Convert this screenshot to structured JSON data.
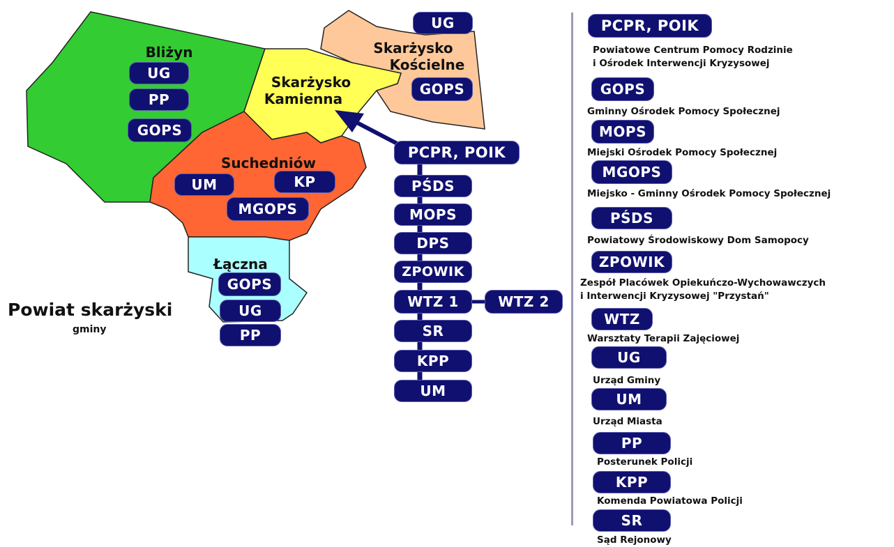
{
  "title": "Powiat skarżyski",
  "subtitle": "gminy",
  "regions": {
    "blizyn": {
      "name": "Bliżyn",
      "color": "#33cc33",
      "units": [
        "UG",
        "PP",
        "GOPS"
      ]
    },
    "skarzysko_koscielne": {
      "name_line1": "Skarżysko",
      "name_line2": "Kościelne",
      "color": "#ffc89a",
      "units": [
        "UG",
        "GOPS"
      ]
    },
    "skarzysko_kamienna": {
      "name_line1": "Skarżysko",
      "name_line2": "Kamienna",
      "color": "#ffff55"
    },
    "suchedniow": {
      "name": "Suchedniów",
      "color": "#ff6633",
      "units": [
        "UM",
        "KP",
        "MGOPS"
      ]
    },
    "laczna": {
      "name": "Łączna",
      "color": "#aaffff",
      "units": [
        "GOPS",
        "UG",
        "PP"
      ]
    }
  },
  "chain": {
    "head": "PCPR, POIK",
    "items": [
      "PŚDS",
      "MOPS",
      "DPS",
      "ZPOWIK",
      "WTZ 1",
      "SR",
      "KPP",
      "UM"
    ],
    "branch": "WTZ 2"
  },
  "legend": [
    {
      "abbr": "PCPR, POIK",
      "line1": "Powiatowe Centrum Pomocy Rodzinie",
      "line2": "i Ośrodek Interwencji Kryzysowej"
    },
    {
      "abbr": "GOPS",
      "line1": "Gminny Ośrodek Pomocy Społecznej"
    },
    {
      "abbr": "MOPS",
      "line1": "Miejski Ośrodek Pomocy Społecznej"
    },
    {
      "abbr": "MGOPS",
      "line1": "Miejsko - Gminny Ośrodek Pomocy Społecznej"
    },
    {
      "abbr": "PŚDS",
      "line1": "Powiatowy Środowiskowy Dom Samopocy"
    },
    {
      "abbr": "ZPOWIK",
      "line1": "Zespół Placówek Opiekuńczo-Wychowawczych",
      "line2": "i Interwencji Kryzysowej \"Przystań\""
    },
    {
      "abbr": "WTZ",
      "line1": "Warsztaty Terapii Zajęciowej"
    },
    {
      "abbr": "UG",
      "line1": "Urząd Gminy"
    },
    {
      "abbr": "UM",
      "line1": "Urząd Miasta"
    },
    {
      "abbr": "PP",
      "line1": "Posterunek Policji"
    },
    {
      "abbr": "KPP",
      "line1": "Komenda Powiatowa Policji"
    },
    {
      "abbr": "SR",
      "line1": "Sąd Rejonowy"
    }
  ],
  "colors": {
    "pill": "#101070",
    "arrow": "#101070",
    "divider": "#9a9ab8"
  }
}
